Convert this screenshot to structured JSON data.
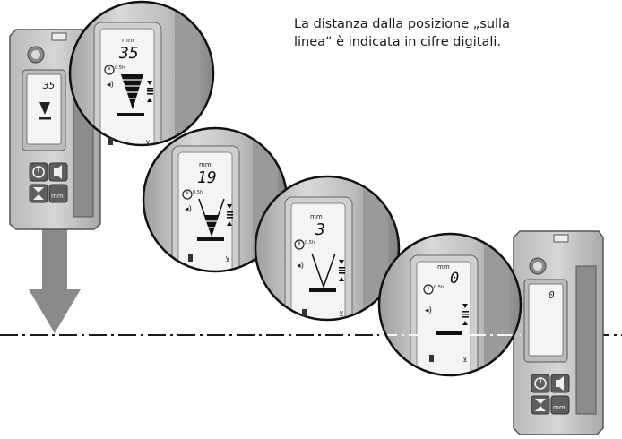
{
  "caption": {
    "line1": "La distanza dalla posizione „sulla",
    "line2": "linea“ è indicata in cifre digitali."
  },
  "display_unit": "mm",
  "timer_label": "0.5h",
  "readings": [
    "35",
    "19",
    "3",
    "0"
  ],
  "device_left": {
    "reading": "35",
    "button_mm_label": "mm"
  },
  "device_right": {
    "reading": "0",
    "button_mm_label": "mm"
  },
  "colors": {
    "device_body": "#c8c8c8",
    "device_dark": "#6e6e6e",
    "lcd": "#f4f4f4",
    "arrow": "#8a8a8a",
    "ink": "#1a1a1a"
  },
  "icons": [
    "power-icon",
    "speaker-icon",
    "level-icon",
    "unit-toggle-icon",
    "battery-icon",
    "timer-icon",
    "volume-icon",
    "on-line-icon",
    "arrow-up-icon",
    "arrow-down-icon"
  ]
}
